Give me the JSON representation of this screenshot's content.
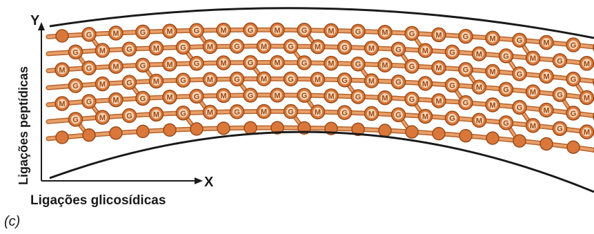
{
  "axes": {
    "y_symbol": "Y",
    "x_symbol": "X",
    "y_label": "Ligações peptídicas",
    "x_label": "Ligações glicosídicas"
  },
  "panel_label": "(c)",
  "node_labels": {
    "m": "M",
    "g": "G"
  },
  "colors": {
    "strand": "#e8a06a",
    "strand_edge": "#b8622a",
    "node_fill": "#d9783a",
    "node_edge": "#9a4a18",
    "labeled_fill": "#f4d3b4",
    "outline": "#1a1a1a"
  }
}
